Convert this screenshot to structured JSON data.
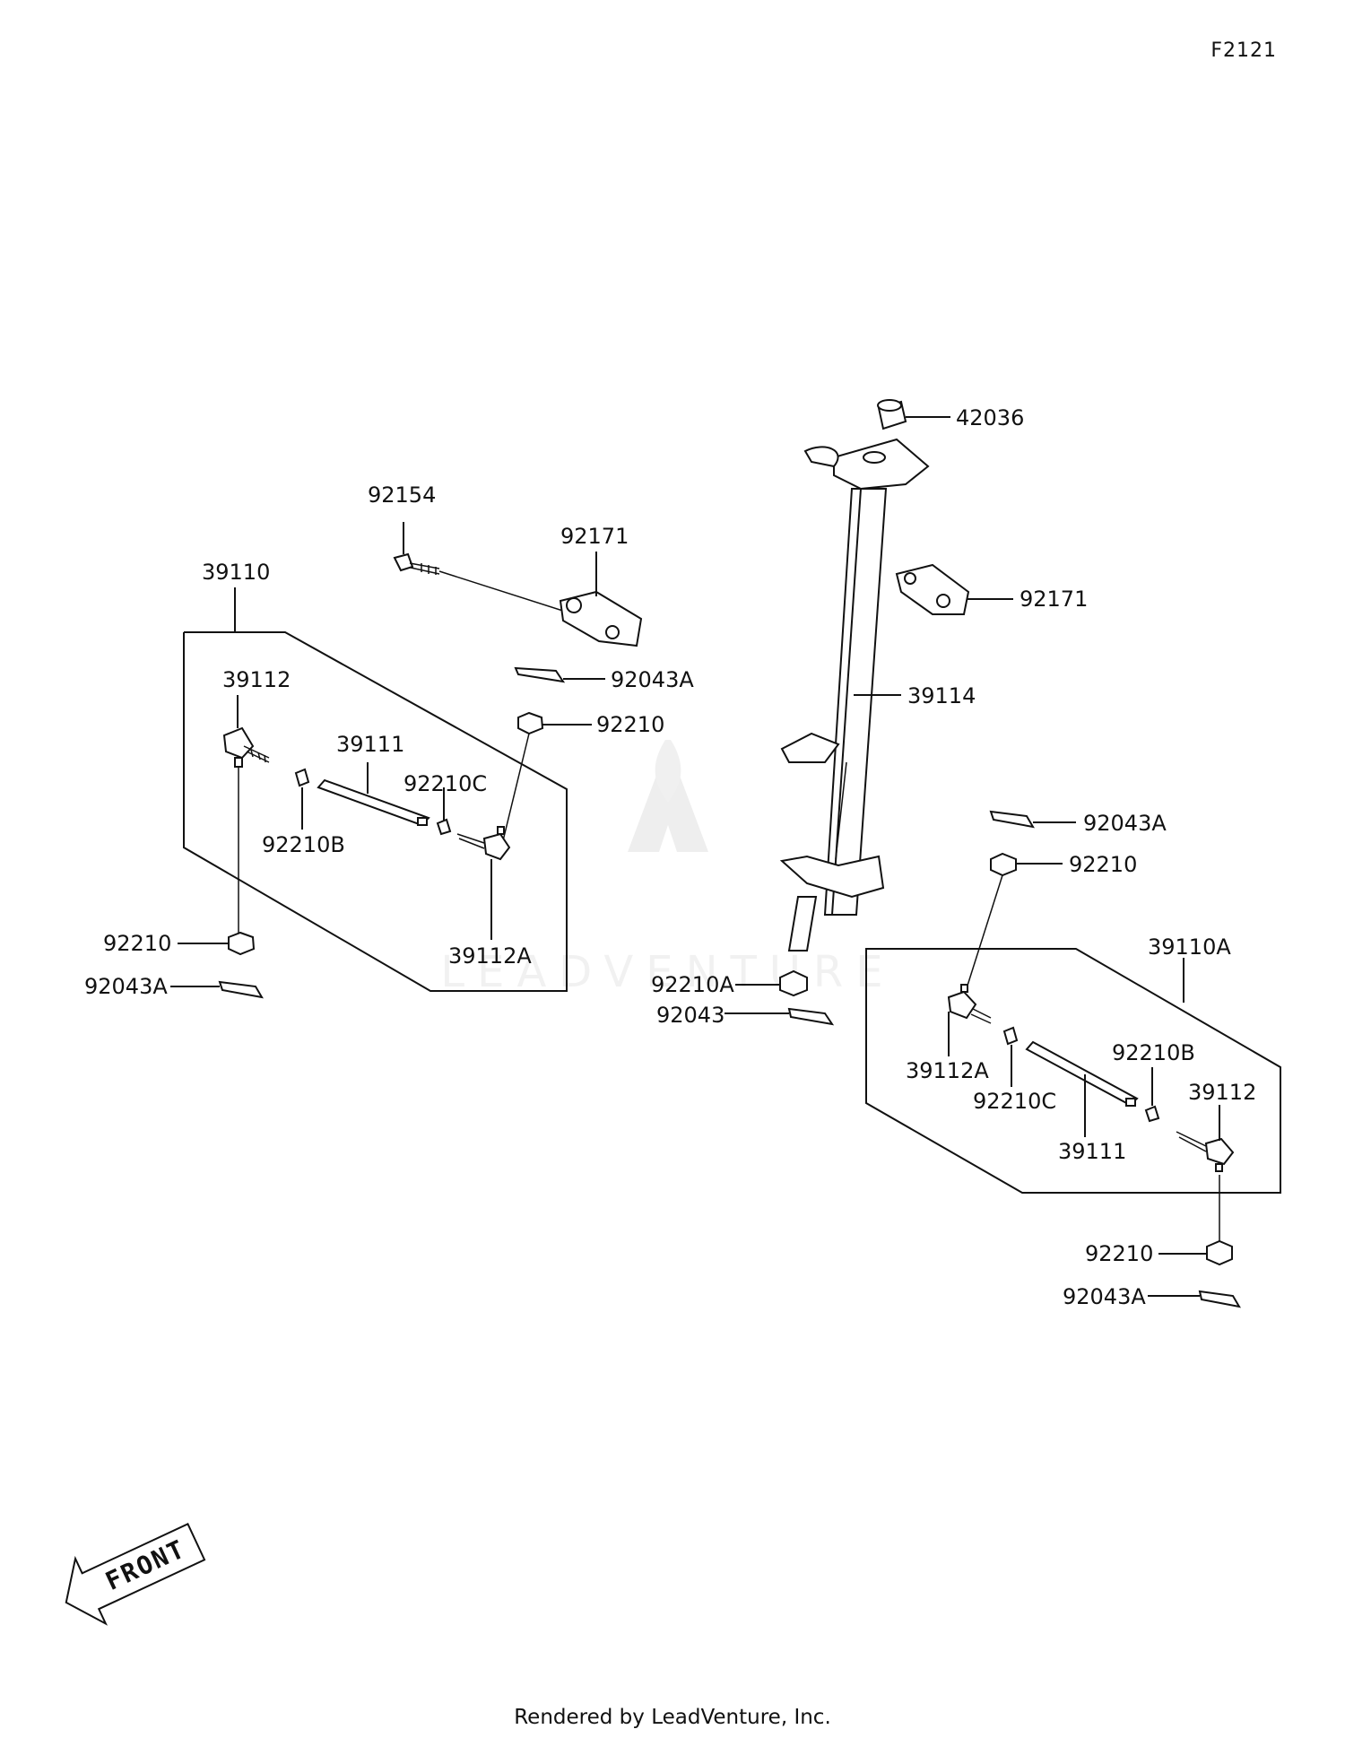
{
  "figure_code": "F2121",
  "footer": "Rendered by LeadVenture, Inc.",
  "watermark": "LEADVENTURE",
  "front_label": "FRONT",
  "colors": {
    "line": "#111111",
    "background": "#ffffff",
    "watermark": "#d8d8d8"
  },
  "part_labels": {
    "p42036": "42036",
    "p92154": "92154",
    "p92171_left": "92171",
    "p92171_right": "92171",
    "p39110": "39110",
    "p39112_left": "39112",
    "p39111_left": "39111",
    "p92043A_upper": "92043A",
    "p92210_upper": "92210",
    "p39114": "39114",
    "p92210C_left": "92210C",
    "p92210B_left": "92210B",
    "p39112A_left": "39112A",
    "p92210_left_lower": "92210",
    "p92043A_left_lower": "92043A",
    "p92210A": "92210A",
    "p92043": "92043",
    "p92043A_right": "92043A",
    "p92210_right": "92210",
    "p39110A": "39110A",
    "p92210B_right": "92210B",
    "p39112_right": "39112",
    "p39112A_right": "39112A",
    "p92210C_right": "92210C",
    "p39111_right": "39111",
    "p92210_right_lower": "92210",
    "p92043A_right_lower": "92043A"
  }
}
